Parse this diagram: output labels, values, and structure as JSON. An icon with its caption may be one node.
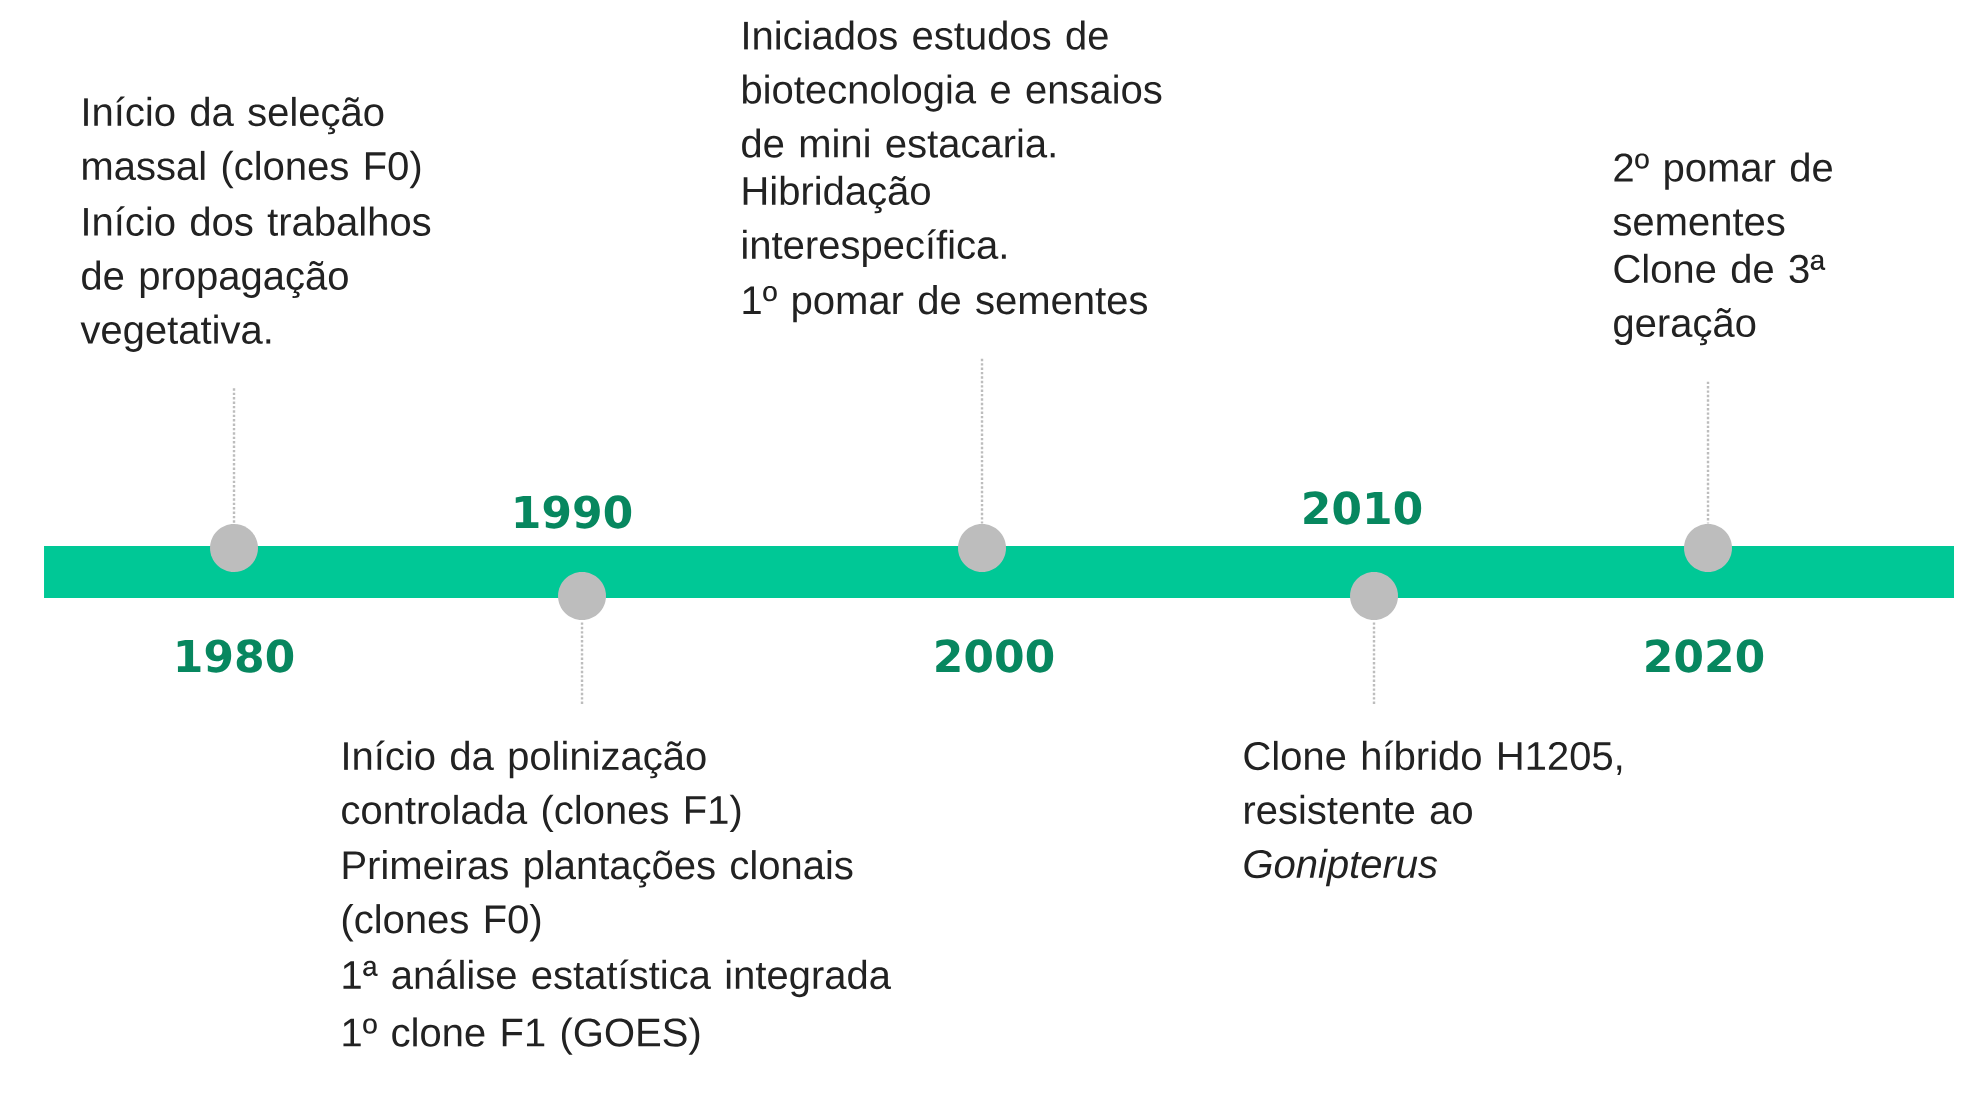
{
  "diagram": {
    "nodes": [
      {
        "text": [
          "Início da seleção massal (clones F0)",
          "Início dos trabalhos de propagação vegetativa."
        ]
      },
      {
        "text": [
          "Iniciados estudos de biotecnologia e ensaios de mini estacaria.",
          "Hibridação interespecífica.",
          "1º pomar de sementes"
        ]
      },
      {
        "text": [
          "2º pomar de sementes",
          "Clone de 3ª geração"
        ]
      },
      {
        "text": [],
        "shape": "circle",
        "beside": [
          "1980"
        ]
      },
      {
        "text": [],
        "shape": "circle",
        "beside": [
          "1990"
        ]
      },
      {
        "text": [],
        "shape": "circle",
        "beside": [
          "2000"
        ]
      },
      {
        "text": [],
        "shape": "circle",
        "beside": [
          "2010"
        ]
      },
      {
        "text": [],
        "shape": "circle",
        "beside": [
          "2020"
        ]
      },
      {
        "text": [
          "Início da polinização controlada (clones F1)",
          "Primeiras plantações clonais (clones F0)",
          "1ª análise estatística integrada",
          "1º clone F1 (GOES)"
        ]
      },
      {
        "text": [
          "Clone híbrido H1205, resistente ao *Gonipterus*"
        ]
      },
      {
        "text": [],
        "shape": "bar"
      }
    ],
    "edges": [
      {
        "from": 0,
        "to": 3,
        "arrow": "none",
        "style": "dashed"
      },
      {
        "from": 1,
        "to": 5,
        "arrow": "none",
        "style": "dashed"
      },
      {
        "from": 2,
        "to": 7,
        "arrow": "none",
        "style": "dashed"
      },
      {
        "from": 8,
        "to": 4,
        "arrow": "none",
        "style": "dashed"
      },
      {
        "from": 9,
        "to": 6,
        "arrow": "none",
        "style": "dashed"
      }
    ]
  }
}
